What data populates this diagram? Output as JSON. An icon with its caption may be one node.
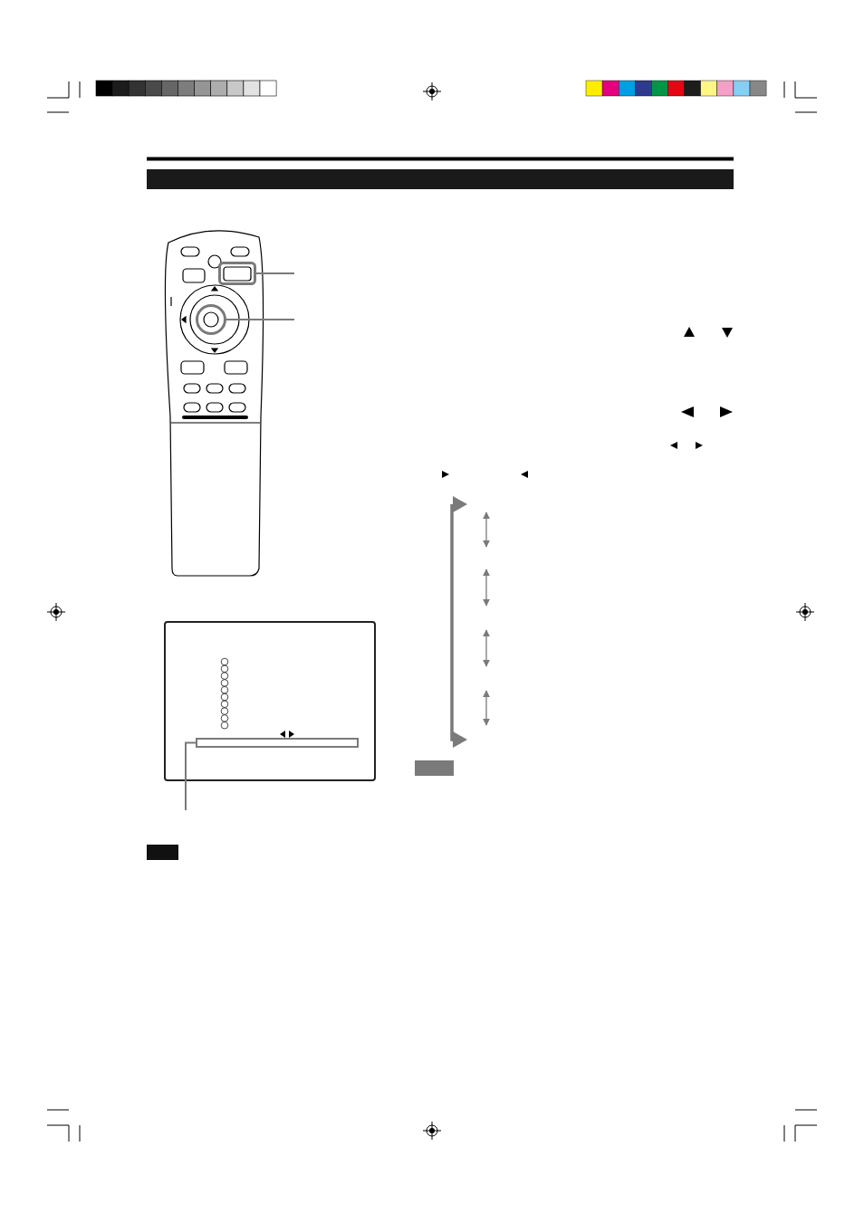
{
  "diagram": {
    "nodes": [
      {
        "text": [],
        "shape": "box"
      },
      {
        "text": [],
        "shape": "circle"
      },
      {
        "text": [],
        "shape": "bar"
      }
    ],
    "edges": [
      {
        "from": null,
        "to": 0,
        "arrow": "none"
      },
      {
        "from": null,
        "to": 1,
        "arrow": "none"
      },
      {
        "from": null,
        "to": 2,
        "arrow": "none"
      }
    ]
  }
}
